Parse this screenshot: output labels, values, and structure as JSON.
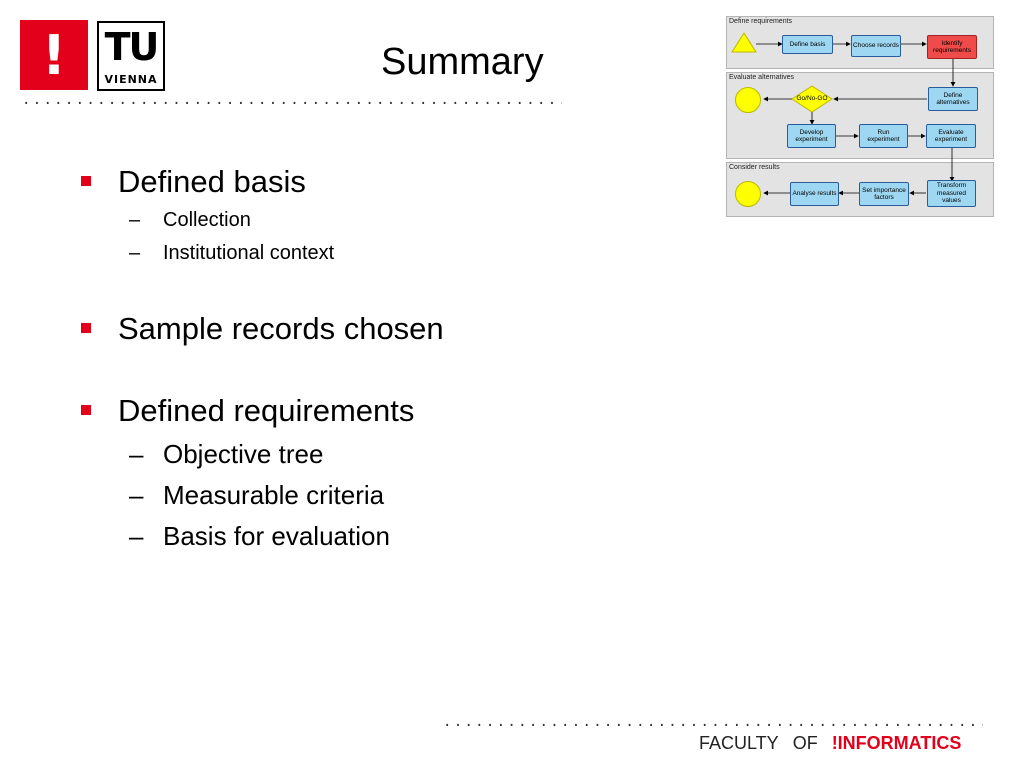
{
  "logo": {
    "mark": "!",
    "tu": "TU",
    "city": "VIENNA"
  },
  "slide": {
    "title": "Summary",
    "dots": "...................................................",
    "bullets": [
      {
        "text": "Defined basis",
        "subs": [
          "Collection",
          "Institutional context"
        ]
      },
      {
        "text": "Sample records chosen"
      },
      {
        "text": "Defined requirements",
        "subs": [
          "Objective tree",
          "Measurable criteria",
          "Basis for evaluation"
        ]
      }
    ],
    "dash": "–"
  },
  "diagram": {
    "lanes": [
      "Define requirements",
      "Evaluate alternatives",
      "Consider results"
    ],
    "nodes": {
      "define_basis": "Define basis",
      "choose_records": "Choose records",
      "identify_requirements": "Identify requirements",
      "define_alternatives": "Define alternatives",
      "go_no_go": "Go/No-GO",
      "develop_experiment": "Develop experiment",
      "run_experiment": "Run experiment",
      "evaluate_experiment": "Evaluate experiment",
      "analyse_results": "Analyse results",
      "set_importance_factors": "Set importance factors",
      "transform_measured_values": "Transform measured values"
    },
    "colors": {
      "process": "#9ed7f1",
      "highlight": "#ef4b4b",
      "event": "#ffff00",
      "lane": "#e3e3e3"
    }
  },
  "footer": {
    "dots": "...................................................",
    "faculty": "FACULTY",
    "of": "OF",
    "informatics": "!INFORMATICS",
    "accent": "#e2001a"
  }
}
